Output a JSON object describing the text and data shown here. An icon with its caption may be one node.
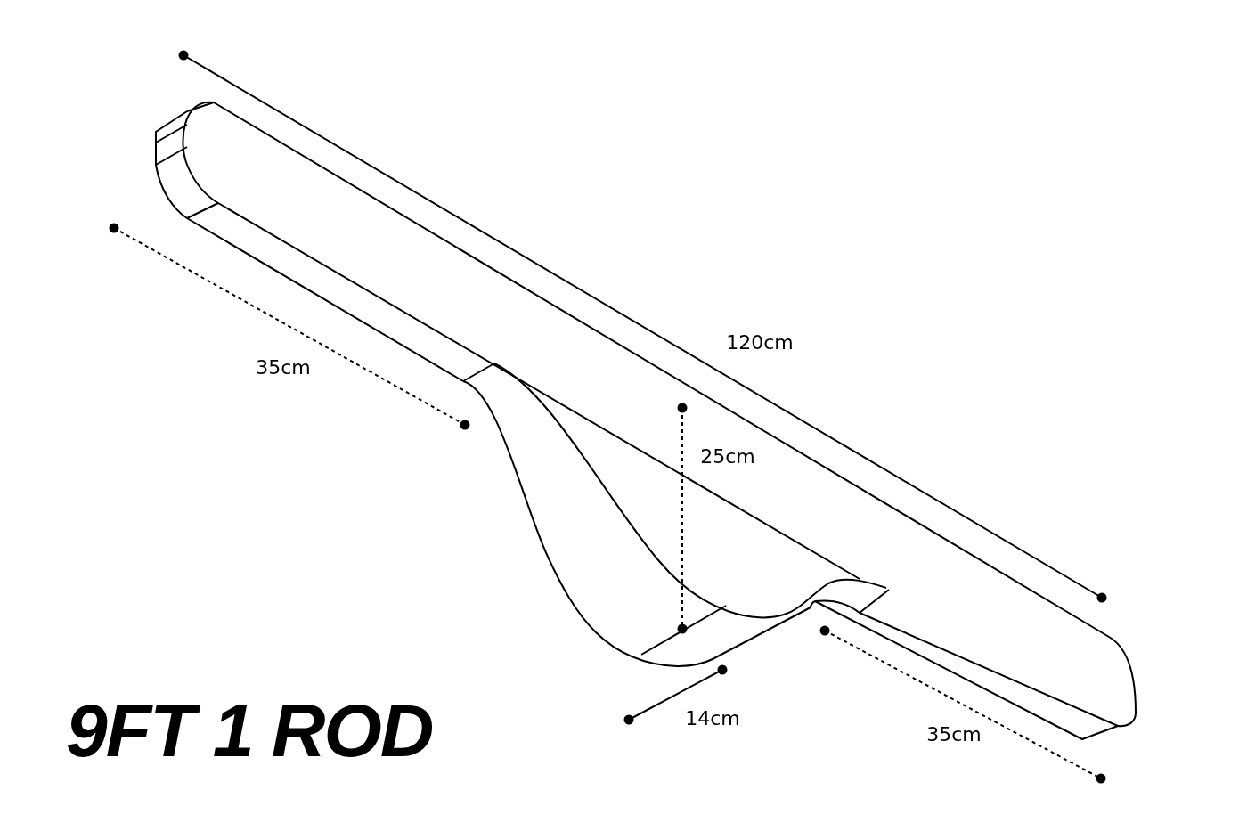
{
  "diagram": {
    "title": "9FT 1 ROD",
    "labels": [
      "120cm",
      "35cm",
      "25cm",
      "14cm",
      "35cm"
    ]
  }
}
